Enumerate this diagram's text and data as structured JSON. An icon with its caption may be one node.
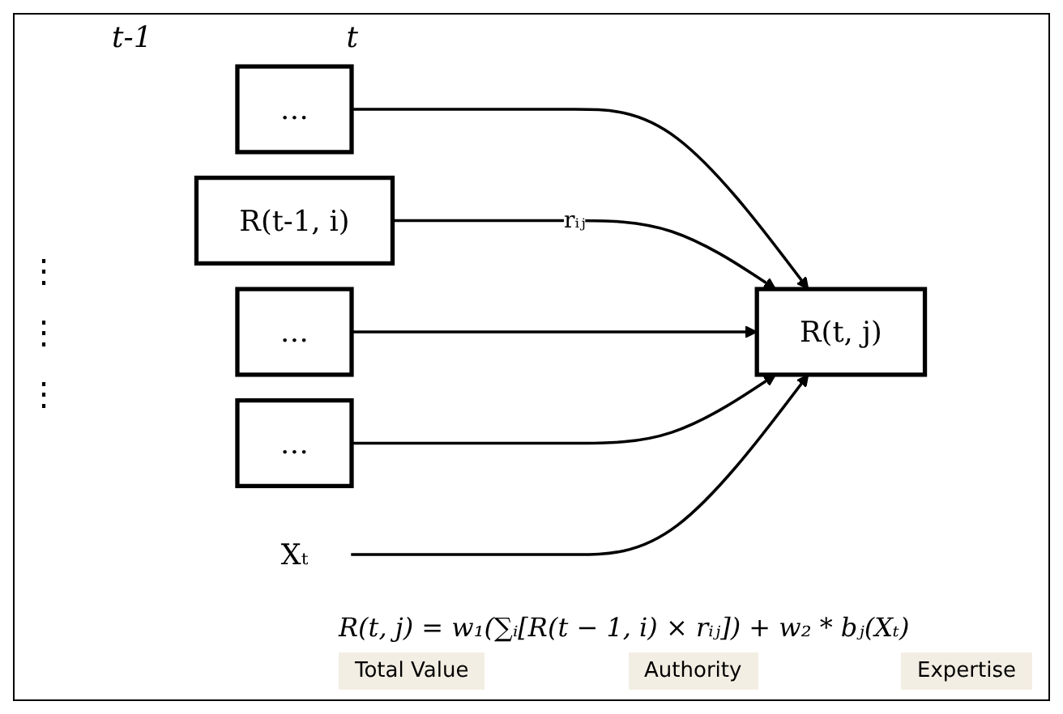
{
  "diagram": {
    "nodes": [
      {
        "text": [
          "…"
        ]
      },
      {
        "text": [
          "R(t-1, i)"
        ]
      },
      {
        "text": [
          "…"
        ]
      },
      {
        "text": [
          "…"
        ]
      },
      {
        "text": [
          "R(t, j)"
        ]
      },
      {
        "text": [
          "Xₜ"
        ]
      }
    ],
    "edges": [
      {
        "from": 0,
        "to": 4,
        "arrow": "to"
      },
      {
        "from": 1,
        "to": 4,
        "arrow": "to",
        "label": "rᵢⱼ"
      },
      {
        "from": 2,
        "to": 4,
        "arrow": "to"
      },
      {
        "from": 3,
        "to": 4,
        "arrow": "to"
      },
      {
        "from": 5,
        "to": 4,
        "arrow": "to"
      }
    ],
    "labels": [
      "t-1",
      "t",
      "⋮",
      "⋮",
      "⋮",
      "R(t, j) = w₁(∑ᵢ[R(t − 1, i) × rᵢⱼ]) + w₂ * bⱼ(Xₜ)",
      "Total Value",
      "Authority",
      "Expertise"
    ]
  }
}
